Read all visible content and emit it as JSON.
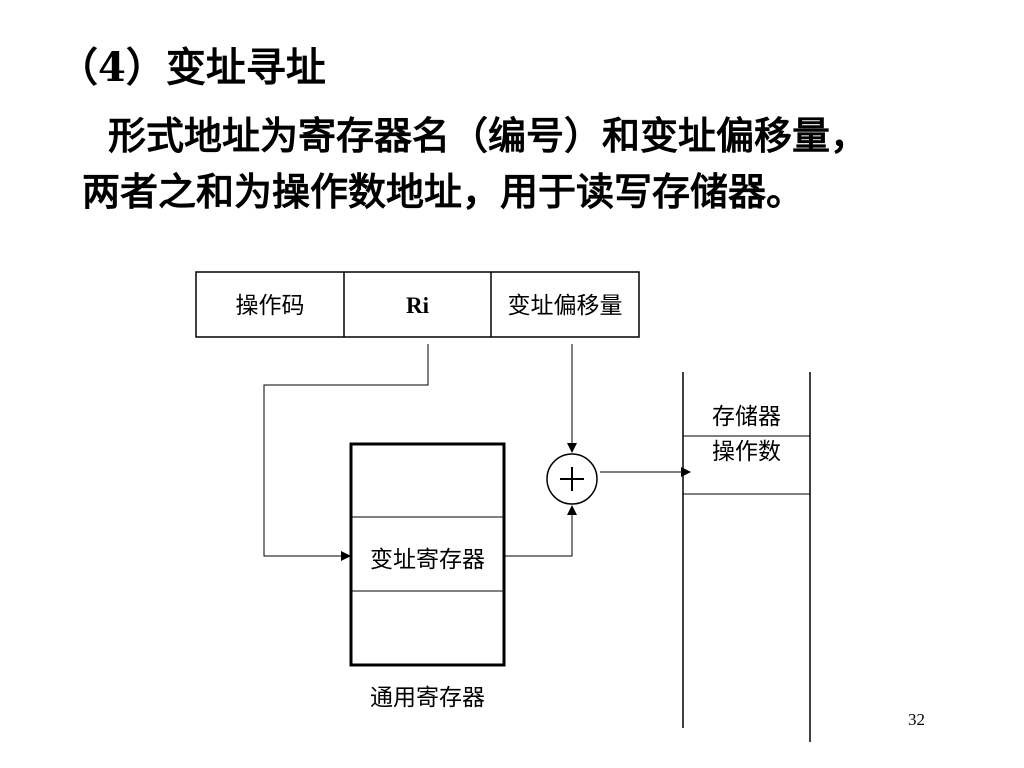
{
  "slide": {
    "heading": "（4）变址寻址",
    "paragraph_line1": "形式地址为寄存器名（编号）和变址偏移量，",
    "paragraph_line2": "两者之和为操作数地址，用于读写存储器。",
    "page_number": "32"
  },
  "diagram": {
    "instruction_fields": [
      "操作码",
      "Ri",
      "变址偏移量"
    ],
    "adder_symbol": "+",
    "index_register_label": "变址寄存器",
    "register_file_caption": "通用寄存器",
    "memory_cell_label_line1": "存储器",
    "memory_cell_label_line2": "操作数"
  }
}
